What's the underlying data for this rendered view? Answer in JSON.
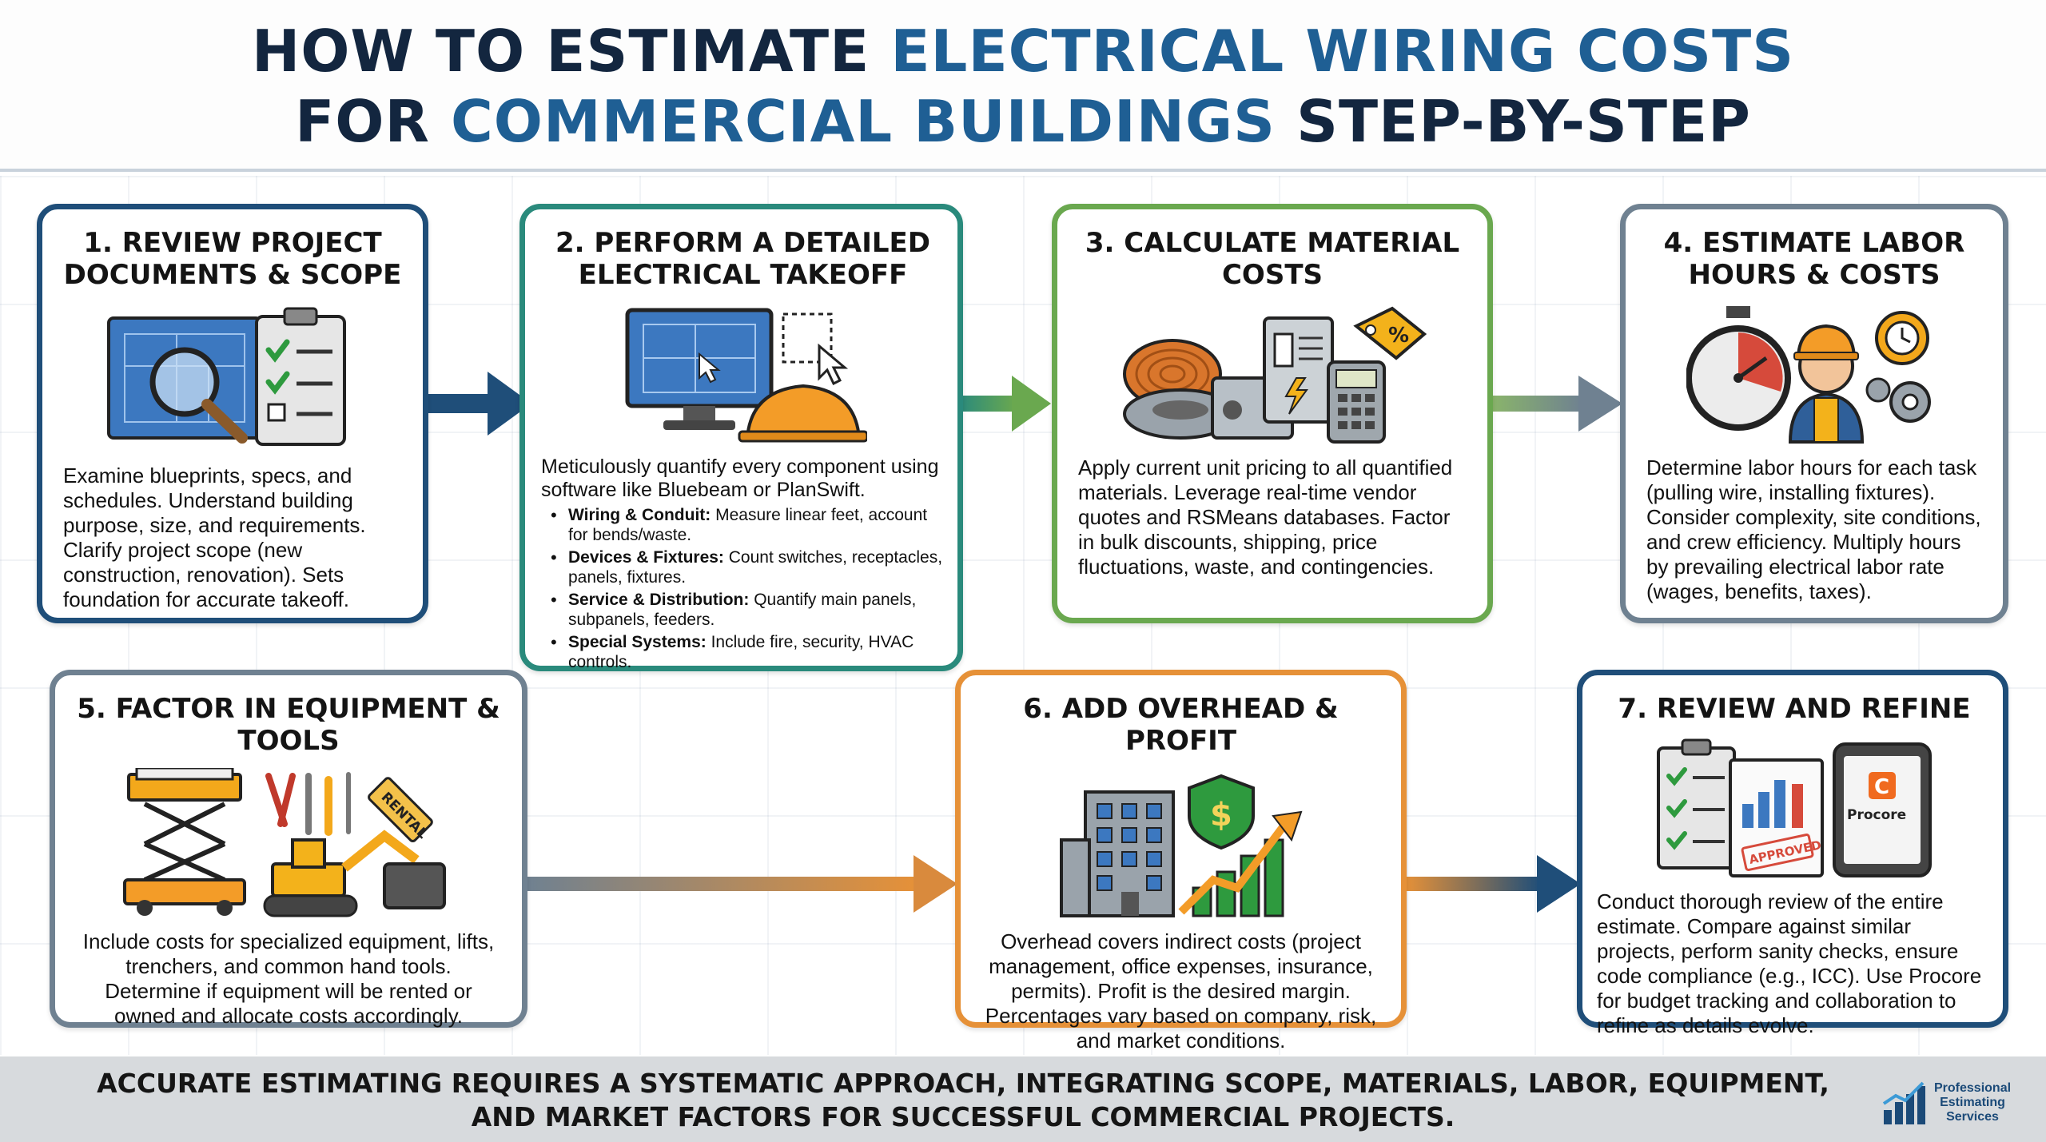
{
  "header": {
    "title_l1_a": "HOW TO ESTIMATE ",
    "title_l1_b": "ELECTRICAL WIRING COSTS",
    "title_l2_a": "FOR ",
    "title_l2_b": "COMMERCIAL BUILDINGS",
    "title_l2_c": " STEP-BY-STEP"
  },
  "steps": [
    {
      "title": "1. REVIEW PROJECT DOCUMENTS & SCOPE",
      "body": "Examine blueprints, specs, and schedules. Understand building purpose, size, and requirements. Clarify project scope (new construction, renovation). Sets foundation for accurate takeoff."
    },
    {
      "title": "2. PERFORM A DETAILED ELECTRICAL TAKEOFF",
      "body": "Meticulously quantify every component using software like Bluebeam or PlanSwift.",
      "bullets": [
        {
          "label": "Wiring & Conduit:",
          "text": " Measure linear feet, account for bends/waste."
        },
        {
          "label": "Devices & Fixtures:",
          "text": " Count switches, receptacles, panels, fixtures."
        },
        {
          "label": "Service & Distribution:",
          "text": " Quantify main panels, subpanels, feeders."
        },
        {
          "label": "Special Systems:",
          "text": " Include fire, security, HVAC controls."
        }
      ]
    },
    {
      "title": "3. CALCULATE MATERIAL COSTS",
      "body": "Apply current unit pricing to all quantified materials. Leverage real-time vendor quotes and RSMeans databases. Factor in bulk discounts, shipping, price fluctuations, waste, and contingencies."
    },
    {
      "title": "4. ESTIMATE LABOR HOURS & COSTS",
      "body": "Determine labor hours for each task (pulling wire, installing fixtures). Consider complexity, site conditions, and crew efficiency. Multiply hours by prevailing electrical labor rate (wages, benefits, taxes)."
    },
    {
      "title": "5. FACTOR IN EQUIPMENT & TOOLS",
      "body": "Include costs for specialized equipment, lifts, trenchers, and common hand tools. Determine if equipment will be rented or owned and allocate costs accordingly.",
      "tag": "RENTAL"
    },
    {
      "title": "6. ADD OVERHEAD & PROFIT",
      "body": "Overhead covers indirect costs (project management, office expenses, insurance, permits). Profit is the desired margin. Percentages vary based on company, risk, and market conditions."
    },
    {
      "title": "7. REVIEW AND REFINE",
      "body": "Conduct thorough review of the entire estimate. Compare against similar projects, perform sanity checks, ensure code compliance (e.g., ICC). Use Procore for budget tracking and collaboration to refine as details evolve.",
      "stamp": "APPROVED",
      "app": "Procore"
    }
  ],
  "footer": {
    "line1": "ACCURATE ESTIMATING REQUIRES A SYSTEMATIC APPROACH, INTEGRATING SCOPE, MATERIALS, LABOR, EQUIPMENT,",
    "line2": "AND MARKET FACTORS FOR SUCCESSFUL COMMERCIAL PROJECTS.",
    "brand_l1": "Professional",
    "brand_l2": "Estimating",
    "brand_l3": "Services"
  },
  "colors": {
    "navy": "#1f4e79",
    "teal": "#2a8a7c",
    "green": "#6aa84f",
    "slate": "#6f8191",
    "orange": "#e69138"
  }
}
